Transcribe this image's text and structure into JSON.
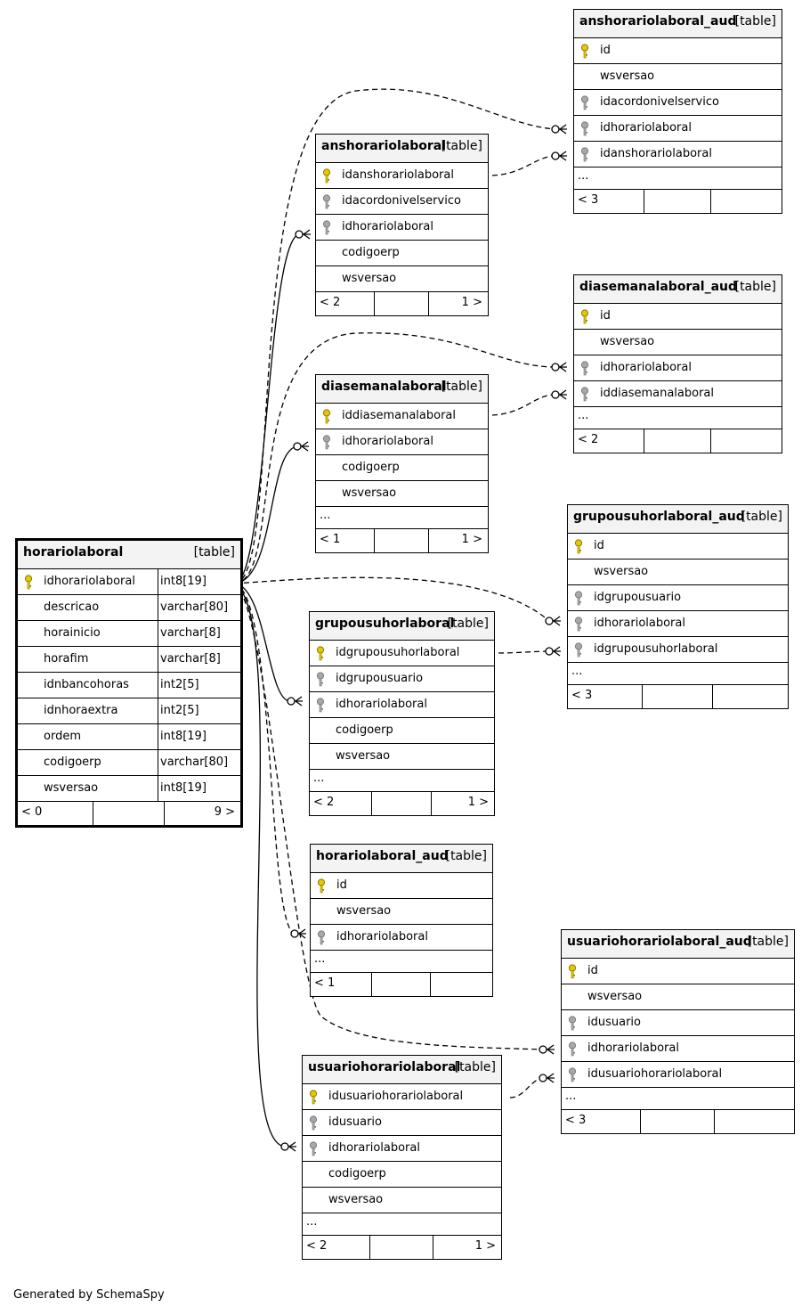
{
  "footer_text": "Generated by SchemaSpy",
  "table_tag": "[table]",
  "more_marker": "...",
  "tables": [
    {
      "id": "horariolaboral",
      "name": "horariolaboral",
      "main": true,
      "columns": [
        {
          "name": "idhorariolaboral",
          "type": "int8[19]",
          "key": "primary"
        },
        {
          "name": "descricao",
          "type": "varchar[80]"
        },
        {
          "name": "horainicio",
          "type": "varchar[8]"
        },
        {
          "name": "horafim",
          "type": "varchar[8]"
        },
        {
          "name": "idnbancohoras",
          "type": "int2[5]"
        },
        {
          "name": "idnhoraextra",
          "type": "int2[5]"
        },
        {
          "name": "ordem",
          "type": "int8[19]"
        },
        {
          "name": "codigoerp",
          "type": "varchar[80]"
        },
        {
          "name": "wsversao",
          "type": "int8[19]"
        }
      ],
      "more": false,
      "parents": "< 0",
      "children": "9 >"
    },
    {
      "id": "anshorariolaboral_aud",
      "name": "anshorariolaboral_aud",
      "columns": [
        {
          "name": "id",
          "key": "primary"
        },
        {
          "name": "wsversao"
        },
        {
          "name": "idacordonivelservico",
          "key": "foreign"
        },
        {
          "name": "idhorariolaboral",
          "key": "foreign"
        },
        {
          "name": "idanshorariolaboral",
          "key": "foreign"
        }
      ],
      "more": true,
      "parents": "< 3",
      "children": ""
    },
    {
      "id": "anshorariolaboral",
      "name": "anshorariolaboral",
      "columns": [
        {
          "name": "idanshorariolaboral",
          "key": "primary"
        },
        {
          "name": "idacordonivelservico",
          "key": "foreign"
        },
        {
          "name": "idhorariolaboral",
          "key": "foreign"
        },
        {
          "name": "codigoerp"
        },
        {
          "name": "wsversao"
        }
      ],
      "more": false,
      "parents": "< 2",
      "children": "1 >"
    },
    {
      "id": "diasemanalaboral_aud",
      "name": "diasemanalaboral_aud",
      "columns": [
        {
          "name": "id",
          "key": "primary"
        },
        {
          "name": "wsversao"
        },
        {
          "name": "idhorariolaboral",
          "key": "foreign"
        },
        {
          "name": "iddiasemanalaboral",
          "key": "foreign"
        }
      ],
      "more": true,
      "parents": "< 2",
      "children": ""
    },
    {
      "id": "diasemanalaboral",
      "name": "diasemanalaboral",
      "columns": [
        {
          "name": "iddiasemanalaboral",
          "key": "primary"
        },
        {
          "name": "idhorariolaboral",
          "key": "foreign"
        },
        {
          "name": "codigoerp"
        },
        {
          "name": "wsversao"
        }
      ],
      "more": true,
      "parents": "< 1",
      "children": "1 >"
    },
    {
      "id": "grupousuhorlaboral_aud",
      "name": "grupousuhorlaboral_aud",
      "columns": [
        {
          "name": "id",
          "key": "primary"
        },
        {
          "name": "wsversao"
        },
        {
          "name": "idgrupousuario",
          "key": "foreign"
        },
        {
          "name": "idhorariolaboral",
          "key": "foreign"
        },
        {
          "name": "idgrupousuhorlaboral",
          "key": "foreign"
        }
      ],
      "more": true,
      "parents": "< 3",
      "children": ""
    },
    {
      "id": "grupousuhorlaboral",
      "name": "grupousuhorlaboral",
      "columns": [
        {
          "name": "idgrupousuhorlaboral",
          "key": "primary"
        },
        {
          "name": "idgrupousuario",
          "key": "foreign"
        },
        {
          "name": "idhorariolaboral",
          "key": "foreign"
        },
        {
          "name": "codigoerp"
        },
        {
          "name": "wsversao"
        }
      ],
      "more": true,
      "parents": "< 2",
      "children": "1 >"
    },
    {
      "id": "horariolaboral_aud",
      "name": "horariolaboral_aud",
      "columns": [
        {
          "name": "id",
          "key": "primary"
        },
        {
          "name": "wsversao"
        },
        {
          "name": "idhorariolaboral",
          "key": "foreign"
        }
      ],
      "more": true,
      "parents": "< 1",
      "children": ""
    },
    {
      "id": "usuariohorariolaboral_aud",
      "name": "usuariohorariolaboral_aud",
      "columns": [
        {
          "name": "id",
          "key": "primary"
        },
        {
          "name": "wsversao"
        },
        {
          "name": "idusuario",
          "key": "foreign"
        },
        {
          "name": "idhorariolaboral",
          "key": "foreign"
        },
        {
          "name": "idusuariohorariolaboral",
          "key": "foreign"
        }
      ],
      "more": true,
      "parents": "< 3",
      "children": ""
    },
    {
      "id": "usuariohorariolaboral",
      "name": "usuariohorariolaboral",
      "columns": [
        {
          "name": "idusuariohorariolaboral",
          "key": "primary"
        },
        {
          "name": "idusuario",
          "key": "foreign"
        },
        {
          "name": "idhorariolaboral",
          "key": "foreign"
        },
        {
          "name": "codigoerp"
        },
        {
          "name": "wsversao"
        }
      ],
      "more": true,
      "parents": "< 2",
      "children": "1 >"
    }
  ]
}
